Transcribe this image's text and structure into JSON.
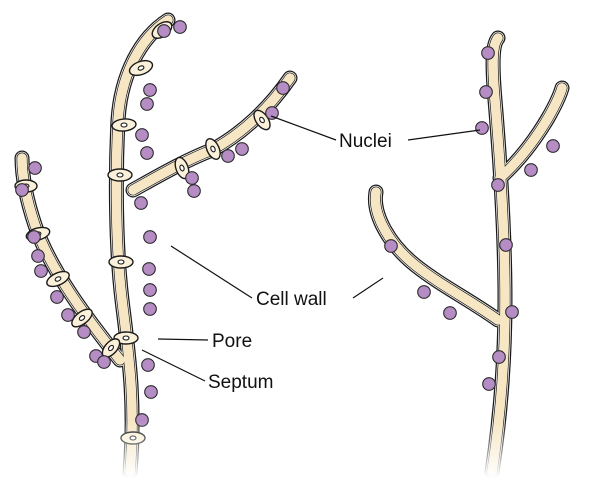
{
  "labels": {
    "nuclei": "Nuclei",
    "cell_wall": "Cell wall",
    "pore": "Pore",
    "septum": "Septum"
  },
  "colors": {
    "cytoplasm": "#f6e6c4",
    "nucleus": "#b58cc4",
    "wall_stroke": "#1a1a1a",
    "background": "#ffffff"
  }
}
